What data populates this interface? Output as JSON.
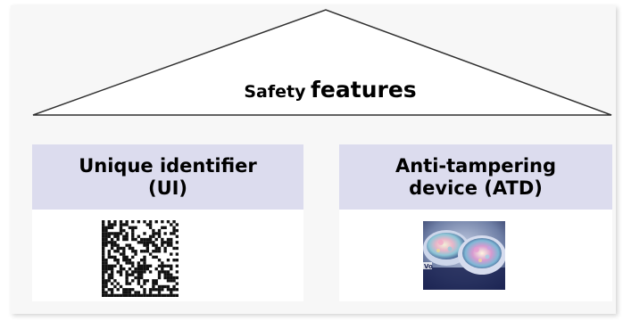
{
  "roof": {
    "word1": "Safety",
    "word2": "features"
  },
  "pillars": [
    {
      "line1": "Unique identifier",
      "line2": "(UI)",
      "image": "datamatrix-barcode"
    },
    {
      "line1": "Anti-tampering",
      "line2": "device (ATD)",
      "image": "tamper-seal-photo"
    }
  ],
  "colors": {
    "panel": "#f7f7f7",
    "pillar_header": "#dcdcee",
    "pillar_body": "#ffffff",
    "roof_line": "#303030"
  }
}
